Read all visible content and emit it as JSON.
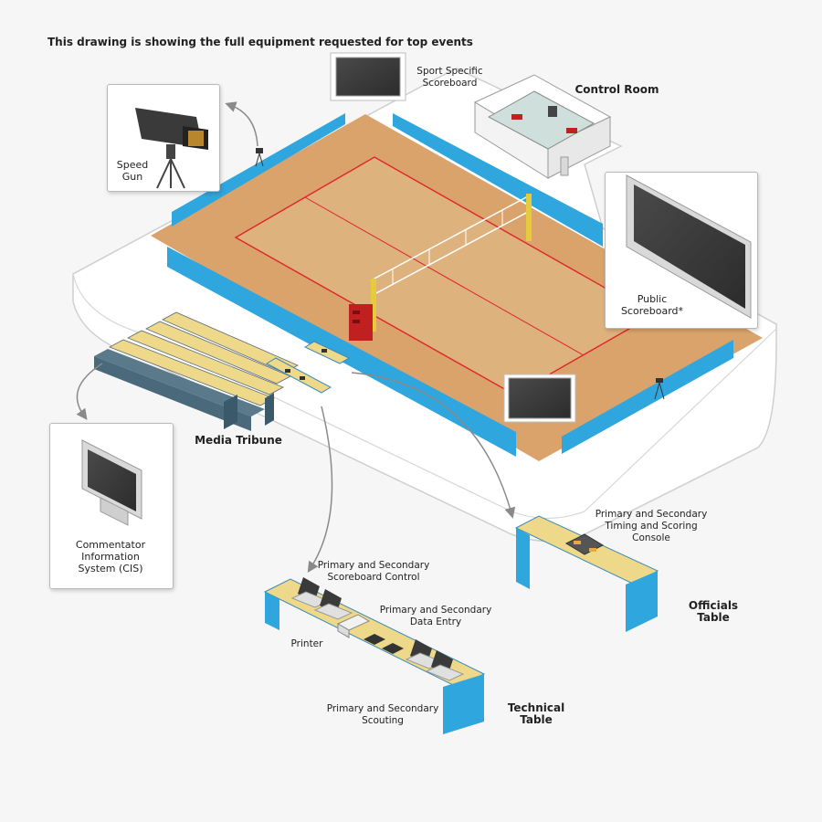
{
  "title": "This drawing is showing the full equipment requested for top events",
  "labels": {
    "sport_scoreboard": "Sport Specific\nScoreboard",
    "control_room": "Control Room",
    "speed_gun": "Speed\nGun",
    "public_scoreboard": "Public\nScoreboard*",
    "media_tribune": "Media Tribune",
    "cis": "Commentator\nInformation\nSystem (CIS)",
    "timing_console": "Primary and Secondary\nTiming and Scoring\nConsole",
    "officials_table": "Officials Table",
    "scoreboard_control": "Primary and Secondary\nScoreboard Control",
    "data_entry": "Primary and Secondary\nData Entry",
    "printer": "Printer",
    "scouting": "Primary and Secondary\nScouting",
    "technical_table": "Technical Table"
  },
  "colors": {
    "platform": "#ffffff",
    "floor": "#d9a36b",
    "court": "#ddb27c",
    "court_line": "#e0242a",
    "blue_band": "#2fa6dd",
    "table_top": "#eed98a",
    "screen": "#3b3b3b",
    "arrow": "#8a8a8a"
  }
}
